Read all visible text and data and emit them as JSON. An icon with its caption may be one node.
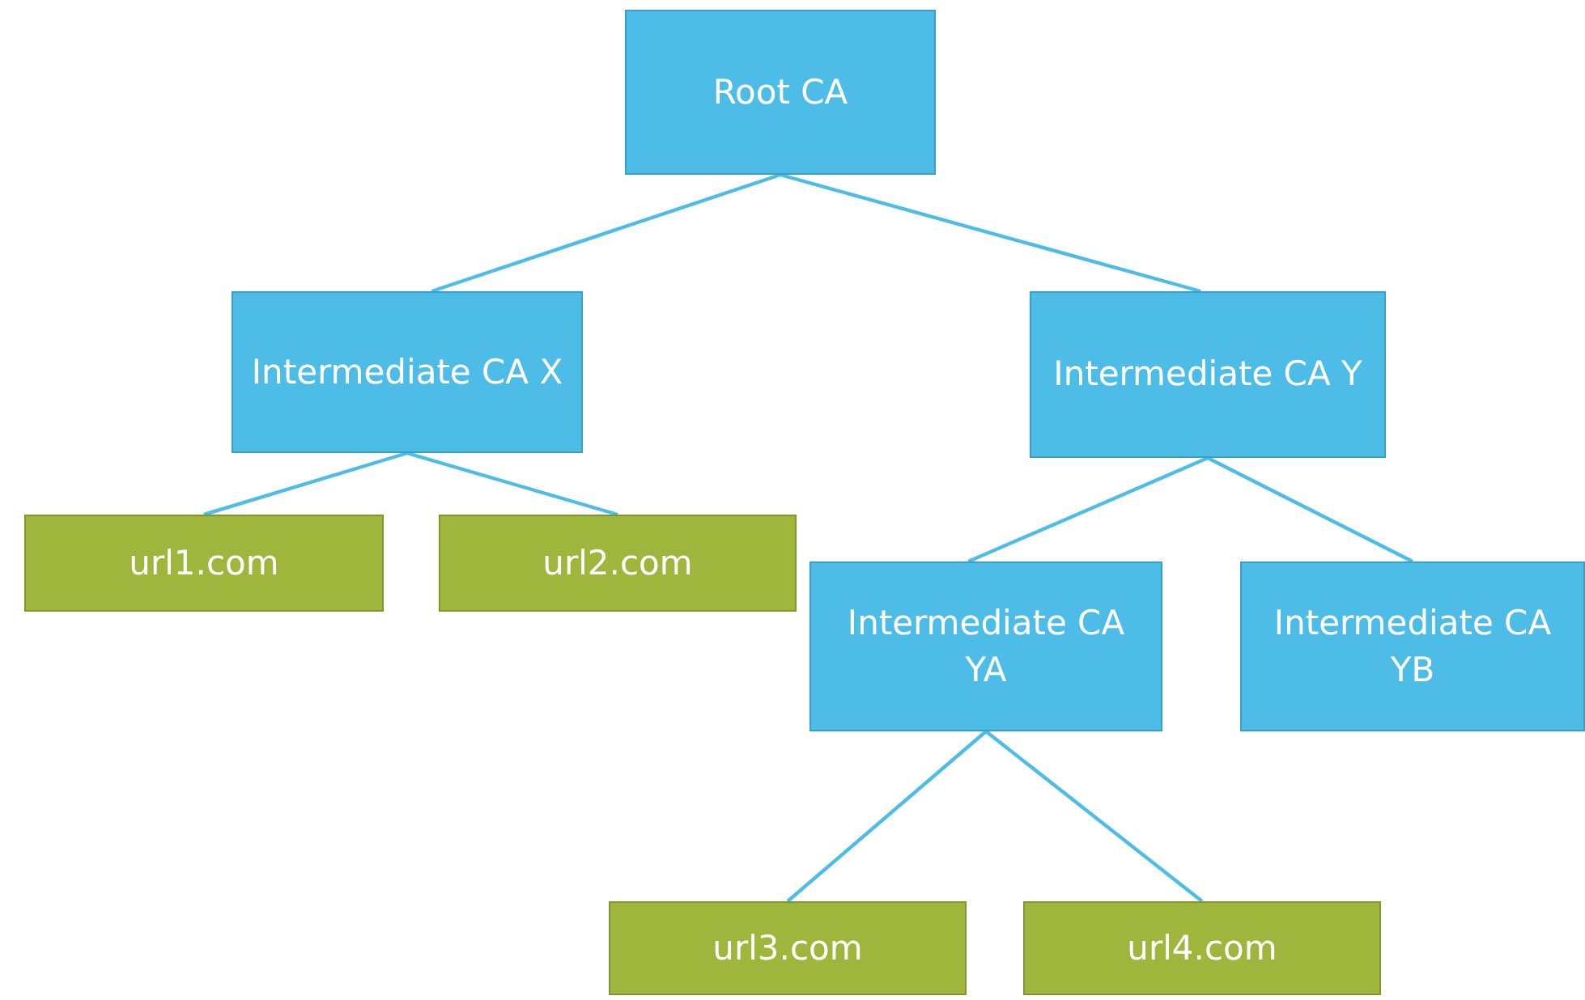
{
  "diagram": {
    "nodes": [
      {
        "text": [
          "Root CA"
        ]
      },
      {
        "text": [
          "Intermediate CA X"
        ]
      },
      {
        "text": [
          "Intermediate CA Y"
        ]
      },
      {
        "text": [
          "url1.com"
        ]
      },
      {
        "text": [
          "url2.com"
        ]
      },
      {
        "text": [
          "Intermediate CA YA"
        ]
      },
      {
        "text": [
          "Intermediate CA YB"
        ]
      },
      {
        "text": [
          "url3.com"
        ]
      },
      {
        "text": [
          "url4.com"
        ]
      }
    ],
    "edges": [
      {
        "from": 0,
        "to": 1,
        "arrow": "none"
      },
      {
        "from": 0,
        "to": 2,
        "arrow": "none"
      },
      {
        "from": 1,
        "to": 3,
        "arrow": "none"
      },
      {
        "from": 1,
        "to": 4,
        "arrow": "none"
      },
      {
        "from": 2,
        "to": 5,
        "arrow": "none"
      },
      {
        "from": 2,
        "to": 6,
        "arrow": "none"
      },
      {
        "from": 5,
        "to": 7,
        "arrow": "none"
      },
      {
        "from": 5,
        "to": 8,
        "arrow": "none"
      }
    ]
  }
}
